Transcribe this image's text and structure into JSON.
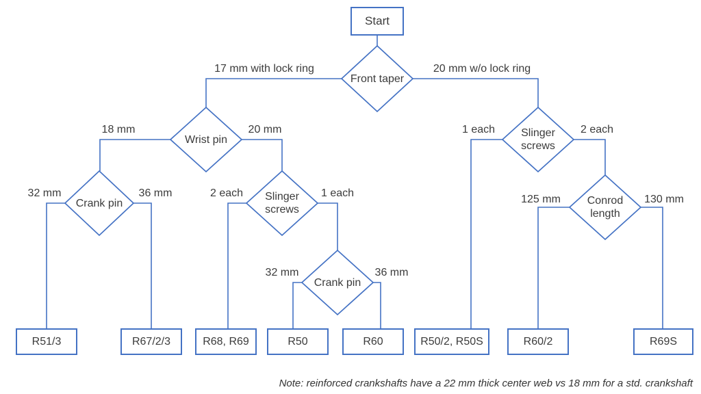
{
  "colors": {
    "line": "#4472C4",
    "text": "#3b3b3b"
  },
  "flowchart": {
    "start": {
      "label": "Start"
    },
    "decisions": {
      "front_taper": {
        "label": "Front taper"
      },
      "wrist_pin": {
        "label": "Wrist pin"
      },
      "crank_pin_left": {
        "label": "Crank pin"
      },
      "slinger_screws_mid": {
        "label": "Slinger screws"
      },
      "crank_pin_mid": {
        "label": "Crank pin"
      },
      "slinger_screws_right": {
        "label": "Slinger screws"
      },
      "conrod_length": {
        "label": "Conrod length"
      }
    },
    "edge_labels": {
      "front_taper_left": "17 mm with lock ring",
      "front_taper_right": "20 mm w/o lock ring",
      "wrist_pin_left": "18 mm",
      "wrist_pin_right": "20 mm",
      "crank_pin_left_32": "32 mm",
      "crank_pin_left_36": "36 mm",
      "slinger_mid_2each": "2 each",
      "slinger_mid_1each": "1 each",
      "crank_pin_mid_32": "32 mm",
      "crank_pin_mid_36": "36 mm",
      "slinger_right_1each": "1 each",
      "slinger_right_2each": "2 each",
      "conrod_125": "125 mm",
      "conrod_130": "130 mm"
    },
    "results": {
      "r51_3": "R51/3",
      "r67_2_3": "R67/2/3",
      "r68_r69": "R68, R69",
      "r50": "R50",
      "r60": "R60",
      "r50_2_r50s": "R50/2, R50S",
      "r60_2": "R60/2",
      "r69s": "R69S"
    },
    "note": "Note: reinforced crankshafts have a 22 mm thick center web vs 18 mm for a std. crankshaft"
  }
}
